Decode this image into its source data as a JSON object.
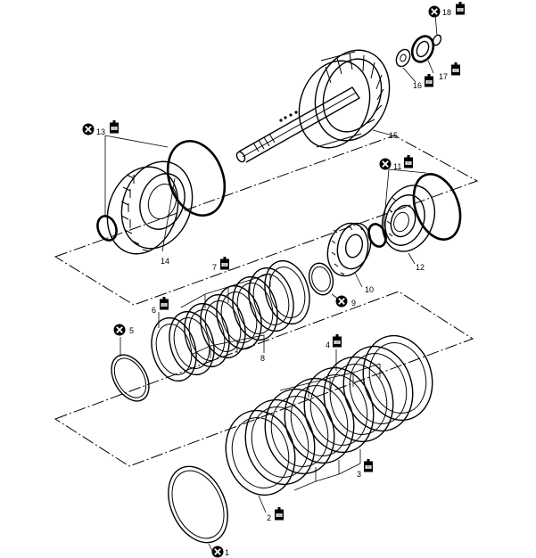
{
  "diagram": {
    "callouts": [
      {
        "id": "c1",
        "text": "1"
      },
      {
        "id": "c2",
        "text": "2"
      },
      {
        "id": "c3",
        "text": "3"
      },
      {
        "id": "c4",
        "text": "4"
      },
      {
        "id": "c5",
        "text": "5"
      },
      {
        "id": "c6",
        "text": "6"
      },
      {
        "id": "c7",
        "text": "7"
      },
      {
        "id": "c8",
        "text": "8"
      },
      {
        "id": "c9",
        "text": "9"
      },
      {
        "id": "c10",
        "text": "10"
      },
      {
        "id": "c11",
        "text": "11"
      },
      {
        "id": "c12",
        "text": "12"
      },
      {
        "id": "c13",
        "text": "13"
      },
      {
        "id": "c14",
        "text": "14"
      },
      {
        "id": "c15",
        "text": "15"
      },
      {
        "id": "c16",
        "text": "16"
      },
      {
        "id": "c17",
        "text": "17"
      },
      {
        "id": "c18",
        "text": "18"
      }
    ],
    "symbols": {
      "do_not_reuse": "do-not-reuse-icon",
      "oil": "oil-can-icon"
    },
    "colors": {
      "ink": "#000000",
      "background": "#ffffff"
    }
  }
}
